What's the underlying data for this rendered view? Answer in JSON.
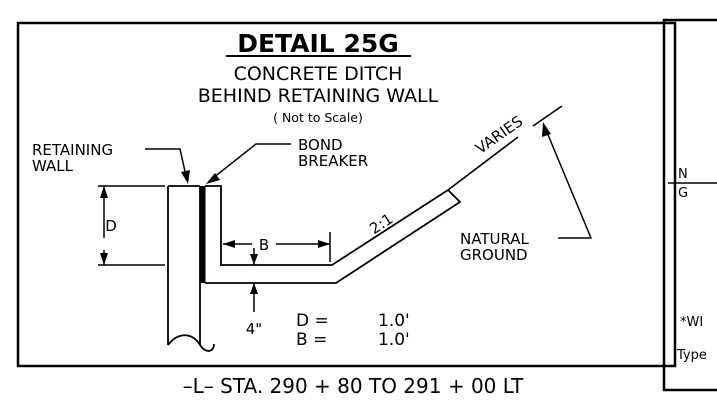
{
  "detail": {
    "title": "DETAIL 25G",
    "subtitle_line1": "CONCRETE DITCH",
    "subtitle_line2": "BEHIND RETAINING WALL",
    "scale_note": "( Not to Scale)",
    "labels": {
      "retaining_wall_1": "RETAINING",
      "retaining_wall_2": "WALL",
      "bond_breaker_1": "BOND",
      "bond_breaker_2": "BREAKER",
      "varies": "VARIES",
      "natural_ground_1": "NATURAL",
      "natural_ground_2": "GROUND",
      "slope": "2:1",
      "dim_d": "D",
      "dim_b": "B",
      "thickness": "4\""
    },
    "values": {
      "d_label": "D =",
      "d_value": "1.0'",
      "b_label": "B =",
      "b_value": "1.0'"
    },
    "station_caption": "–L– STA. 290 + 80 TO 291 + 00 LT"
  },
  "adjacent_panel": {
    "fragment_1": "N",
    "fragment_2": "G",
    "fragment_3": "*WI",
    "fragment_4": "Type"
  }
}
